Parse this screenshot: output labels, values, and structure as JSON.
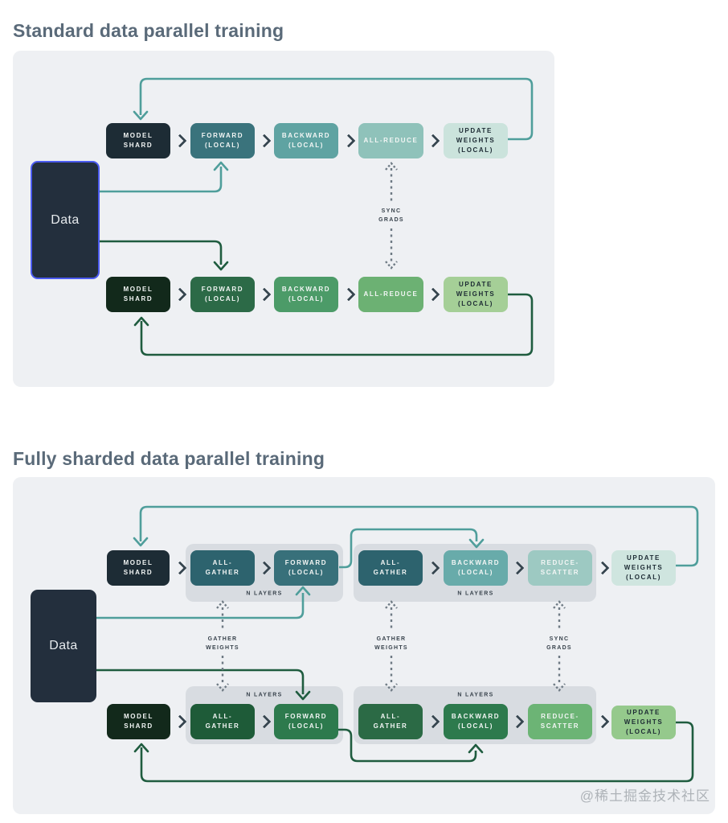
{
  "colors": {
    "panel_bg": "#eef0f3",
    "group_bg": "#d8dce1",
    "navy": "#1d2c35",
    "teal1": "#3a737c",
    "teal2": "#5fa3a2",
    "teal3": "#8fc2ba",
    "teal4": "#cbe3dc",
    "tealDark": "#2d636e",
    "tealFwd": "#38707a",
    "teal2b": "#68abaa",
    "teal3b": "#9dc9c2",
    "teal4b": "#cfe5df",
    "greenBlack": "#12291b",
    "green1": "#2c6a47",
    "green2": "#4c9b68",
    "green3": "#6cb173",
    "green4": "#a5cf97",
    "greenDark": "#1e5b38",
    "greenFwd": "#2d7a4d",
    "greenAG2": "#2b6a45",
    "greenRS": "#6cb475",
    "greenUW": "#95c98c",
    "dataBox": "#232f3d",
    "dataBorder": "#4b5bf0",
    "lineTeal": "#4f9e9b",
    "lineGreen": "#1f5c3f",
    "lineDash": "#6e7a84",
    "chevron": "#36454f",
    "titleColor": "#5a6a79",
    "textLight": "#f3f6f5",
    "textDark": "#1c2a33",
    "labelDark": "#39434d",
    "watermark": "#aeb3b8"
  },
  "watermark": "@稀土掘金技术社区",
  "d1": {
    "title": "Standard data parallel training",
    "data_label": "Data",
    "top": [
      "MODEL\nSHARD",
      "FORWARD\n(LOCAL)",
      "BACKWARD\n(LOCAL)",
      "ALL-REDUCE",
      "UPDATE\nWEIGHTS\n(LOCAL)"
    ],
    "bottom": [
      "MODEL\nSHARD",
      "FORWARD\n(LOCAL)",
      "BACKWARD\n(LOCAL)",
      "ALL-REDUCE",
      "UPDATE\nWEIGHTS\n(LOCAL)"
    ],
    "sync_grads": "SYNC\nGRADS"
  },
  "d2": {
    "title": "Fully sharded data parallel training",
    "data_label": "Data",
    "model_top": "MODEL\nSHARD",
    "model_bottom": "MODEL\nSHARD",
    "top_g1": [
      "ALL-\nGATHER",
      "FORWARD\n(LOCAL)"
    ],
    "top_g2": [
      "ALL-\nGATHER",
      "BACKWARD\n(LOCAL)",
      "REDUCE-\nSCATTER"
    ],
    "update_top": "UPDATE\nWEIGHTS\n(LOCAL)",
    "bottom_g1": [
      "ALL-\nGATHER",
      "FORWARD\n(LOCAL)"
    ],
    "bottom_g2": [
      "ALL-\nGATHER",
      "BACKWARD\n(LOCAL)",
      "REDUCE-\nSCATTER"
    ],
    "update_bottom": "UPDATE\nWEIGHTS\n(LOCAL)",
    "n_layers": "N LAYERS",
    "gather_weights": "GATHER\nWEIGHTS",
    "sync_grads": "SYNC\nGRADS"
  }
}
